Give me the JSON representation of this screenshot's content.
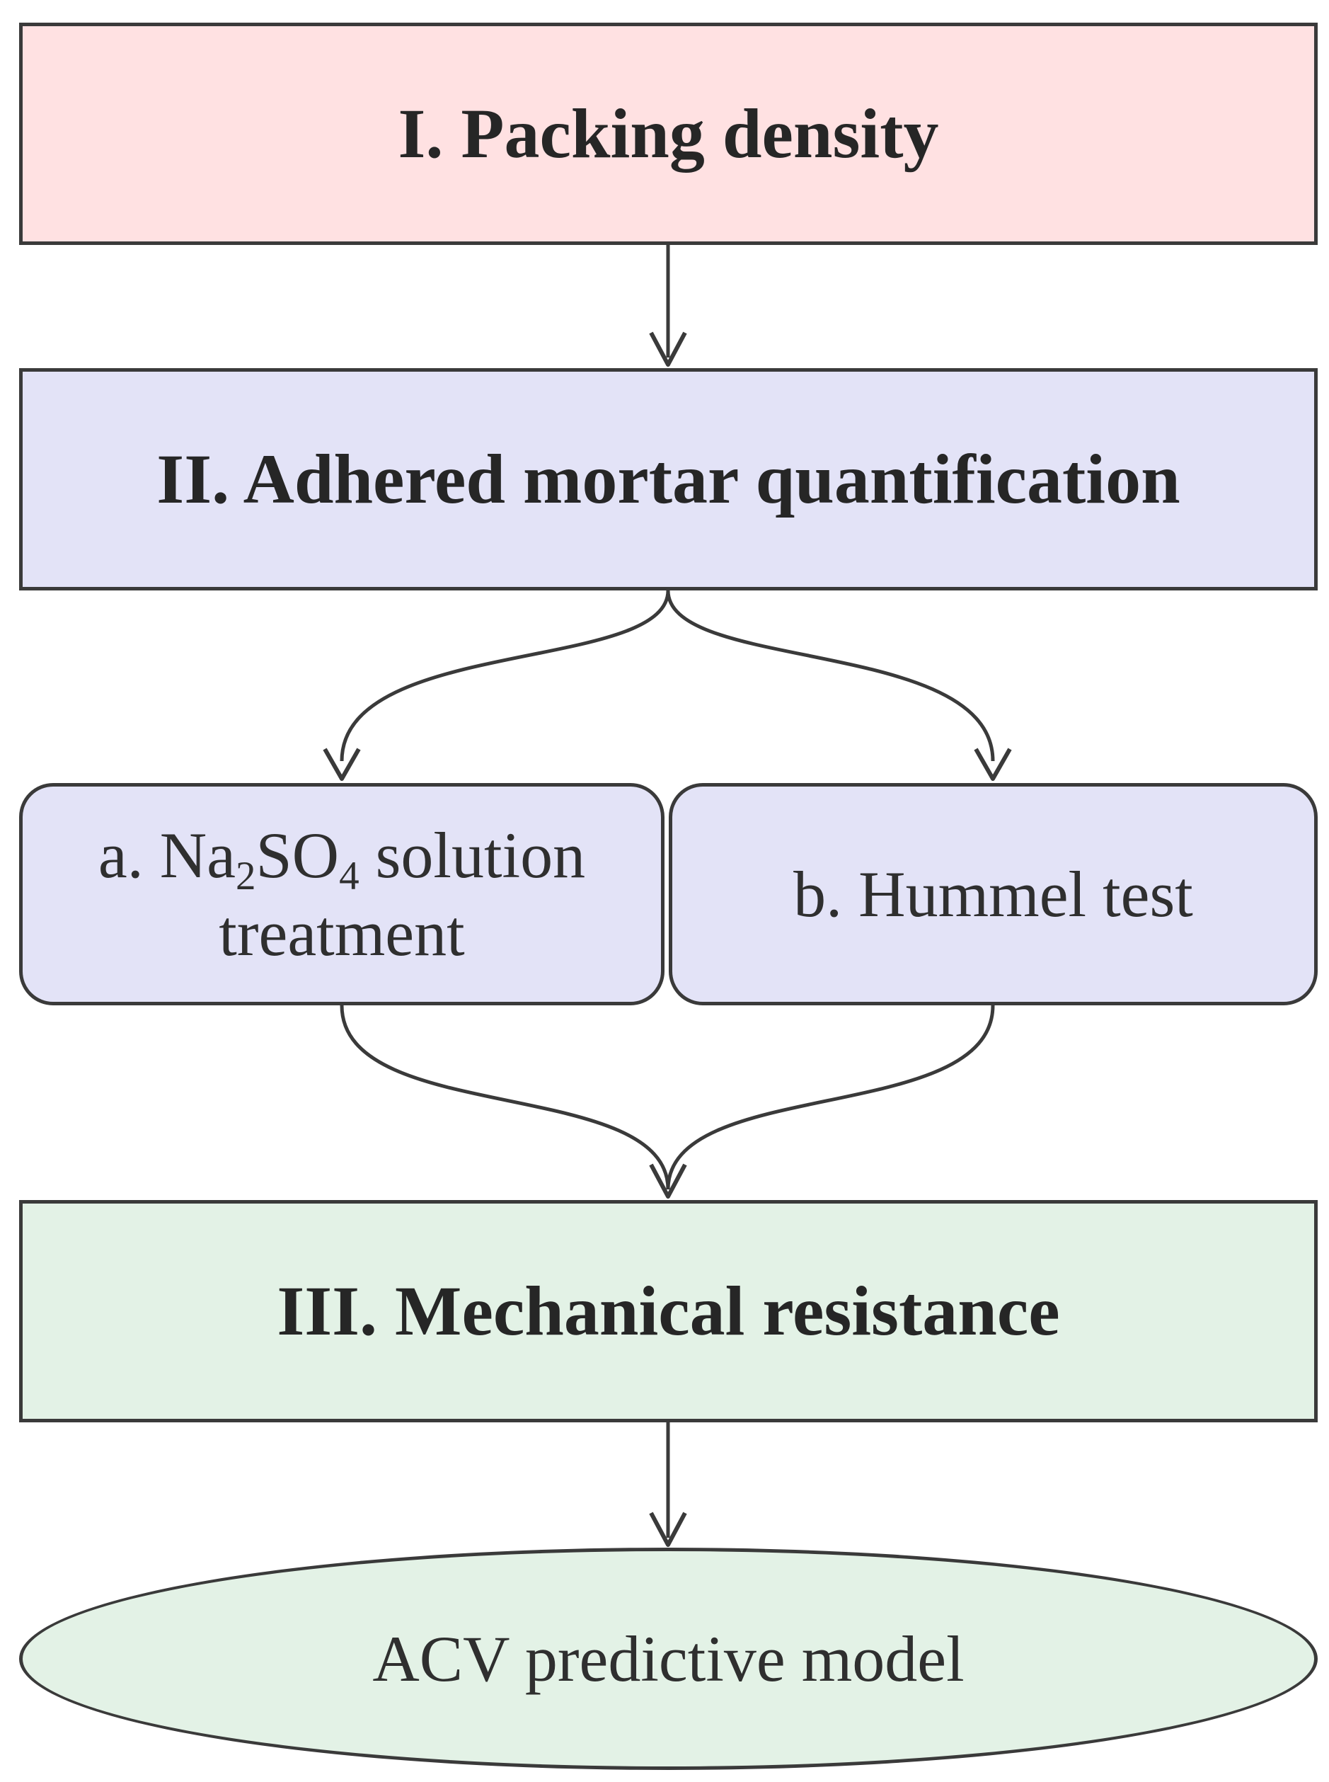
{
  "diagram": {
    "step1": {
      "label": "I. Packing density"
    },
    "step2": {
      "label": "II. Adhered mortar quantification"
    },
    "substep_a": {
      "prefix": "a. Na",
      "sub1": "2",
      "mid": "SO",
      "sub2": "4",
      "suffix": " solution",
      "line2": "treatment"
    },
    "substep_b": {
      "label": "b. Hummel test"
    },
    "step3": {
      "label": "III. Mechanical resistance"
    },
    "result": {
      "label": "ACV predictive model"
    },
    "colors": {
      "step1_fill": "#ffe1e2",
      "step2_fill": "#e3e3f7",
      "step3_fill": "#e3f2e6",
      "stroke": "#3a3a3a"
    }
  }
}
